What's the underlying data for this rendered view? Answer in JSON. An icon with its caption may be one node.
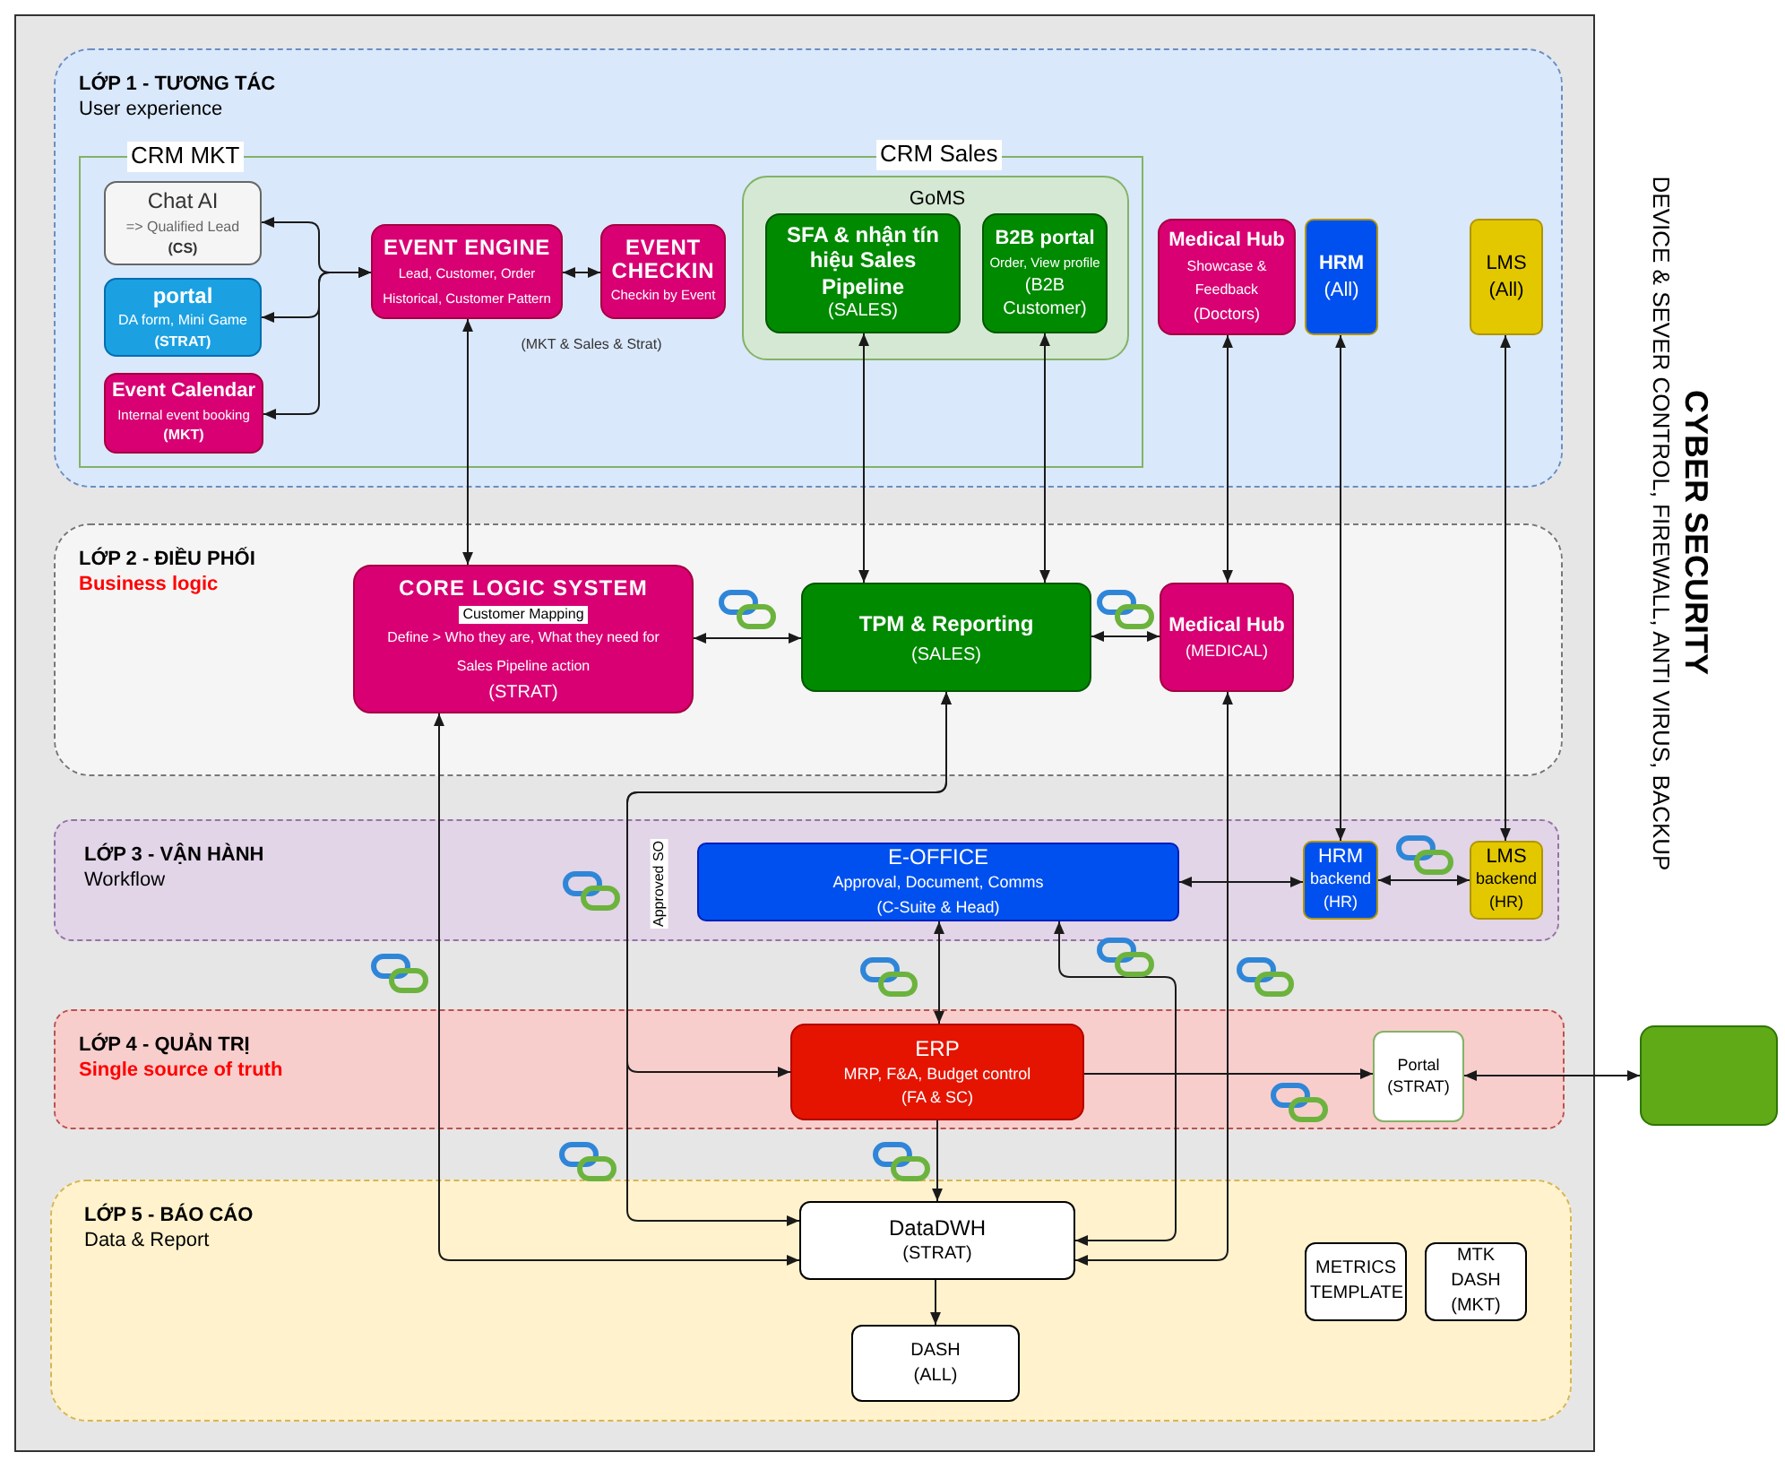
{
  "diagram": {
    "nodes": [
      {
        "text": [
          "LỚP 1 - TƯƠNG TÁC",
          "User experience"
        ]
      },
      {
        "text": [
          "CRM MKT",
          "CRM Sales"
        ],
        "in": 0
      },
      {
        "text": [
          "Chat AI",
          "=> Qualified Lead",
          "(CS)"
        ],
        "in": 1
      },
      {
        "text": [
          "portal",
          "DA form, Mini Game",
          "(STRAT)"
        ],
        "in": 1
      },
      {
        "text": [
          "Event Calendar",
          "Internal event booking",
          "(MKT)"
        ],
        "in": 1
      },
      {
        "text": [
          "EVENT ENGINE",
          "Lead, Customer, Order Historical, Customer Pattern"
        ],
        "in": 1
      },
      {
        "text": [
          "EVENT CHECKIN",
          "Checkin by Event"
        ],
        "in": 1
      },
      {
        "text": [
          "GoMS"
        ],
        "in": 1
      },
      {
        "text": [
          "SFA & nhận tín hiệu Sales Pipeline",
          "(SALES)"
        ],
        "in": 7
      },
      {
        "text": [
          "B2B portal",
          "Order, View profile",
          "(B2B Customer)"
        ],
        "in": 7
      },
      {
        "text": [
          "Medical Hub",
          "Showcase & Feedback",
          "(Doctors)"
        ],
        "in": 0
      },
      {
        "text": [
          "HRM",
          "(All)"
        ],
        "in": 0
      },
      {
        "text": [
          "LMS",
          "(All)"
        ],
        "in": 0
      },
      {
        "text": [
          "LỚP 2 - ĐIỀU PHỐI",
          "Business logic"
        ]
      },
      {
        "text": [
          "CORE LOGIC SYSTEM",
          "Customer Mapping",
          "Define > Who they are, What they need for Sales Pipeline action",
          "(STRAT)"
        ],
        "in": 13
      },
      {
        "text": [
          "TPM & Reporting",
          "(SALES)"
        ],
        "in": 13
      },
      {
        "text": [
          "Medical Hub",
          "(MEDICAL)"
        ],
        "in": 13
      },
      {
        "text": [
          "LỚP 3 - VẬN HÀNH",
          "Workflow"
        ]
      },
      {
        "text": [
          "E-OFFICE",
          "Approval, Document, Comms",
          "(C-Suite & Head)"
        ],
        "in": 17
      },
      {
        "text": [
          "HRM",
          "backend",
          "(HR)"
        ],
        "in": 17
      },
      {
        "text": [
          "LMS",
          "backend",
          "(HR)"
        ],
        "in": 17
      },
      {
        "text": [
          "LỚP 4 - QUẢN TRỊ",
          "Single source of truth"
        ]
      },
      {
        "text": [
          "ERP",
          "MRP, F&A, Budget control",
          "(FA & SC)"
        ],
        "in": 21
      },
      {
        "text": [
          "Portal",
          "(STRAT)"
        ],
        "in": 21
      },
      {
        "text": [
          "LỚP 5 - BÁO CÁO",
          "Data & Report"
        ]
      },
      {
        "text": [
          "DataDWH",
          "(STRAT)"
        ],
        "in": 24
      },
      {
        "text": [
          "DASH",
          "(ALL)"
        ],
        "in": 24
      },
      {
        "text": [
          "METRICS TEMPLATE"
        ],
        "in": 24
      },
      {
        "text": [
          "MTK DASH",
          "(MKT)"
        ],
        "in": 24
      },
      {
        "text": [],
        "shape": "box"
      }
    ],
    "edges": [
      {
        "from": 2,
        "to": 5,
        "arrow": "both"
      },
      {
        "from": 3,
        "to": 5,
        "arrow": "both"
      },
      {
        "from": 4,
        "to": 5,
        "arrow": "both"
      },
      {
        "from": 5,
        "to": 6,
        "arrow": "both"
      },
      {
        "from": 5,
        "to": 14,
        "arrow": "both"
      },
      {
        "from": 8,
        "to": 15,
        "arrow": "both"
      },
      {
        "from": 9,
        "to": 15,
        "arrow": "both"
      },
      {
        "from": 10,
        "to": 16,
        "arrow": "both"
      },
      {
        "from": 11,
        "to": 19,
        "arrow": "both"
      },
      {
        "from": 12,
        "to": 20,
        "arrow": "both"
      },
      {
        "from": 14,
        "to": 15,
        "arrow": "both"
      },
      {
        "from": 15,
        "to": 16,
        "arrow": "both"
      },
      {
        "from": 18,
        "to": 19,
        "arrow": "both"
      },
      {
        "from": 19,
        "to": 20,
        "arrow": "both"
      },
      {
        "from": 15,
        "to": 22,
        "arrow": "both",
        "label": "Approved SO"
      },
      {
        "from": 15,
        "to": 25,
        "arrow": "both"
      },
      {
        "from": 14,
        "to": 25,
        "arrow": "both"
      },
      {
        "from": 18,
        "to": 22,
        "arrow": "both"
      },
      {
        "from": 18,
        "to": 25,
        "arrow": "both"
      },
      {
        "from": 16,
        "to": 25,
        "arrow": "both"
      },
      {
        "from": 22,
        "to": 25,
        "arrow": "to"
      },
      {
        "from": 22,
        "to": 23,
        "arrow": "to"
      },
      {
        "from": 23,
        "to": 29,
        "arrow": "both"
      },
      {
        "from": 25,
        "to": 26,
        "arrow": "to"
      }
    ],
    "labels": [
      "(MKT & Sales & Strat)",
      "CYBER SECURITY",
      "DEVICE & SEVER CONTROL, FIREWALL, ANTI VIRUS, BACKUP"
    ]
  }
}
